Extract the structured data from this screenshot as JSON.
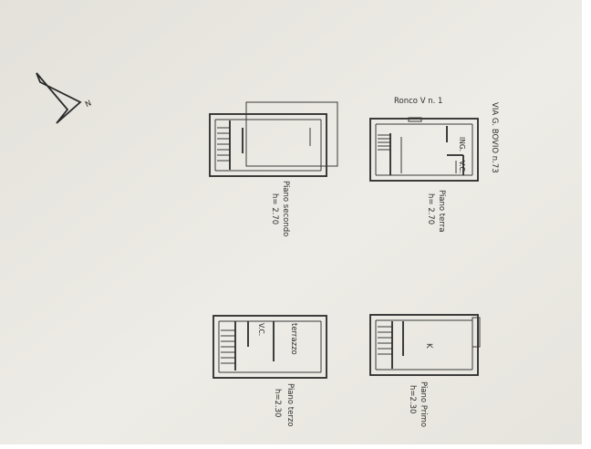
{
  "street_label": "VIA G. BOVIO n.73",
  "alley_label": "Ronco V n. 1",
  "north_label": "N",
  "floors": [
    {
      "id": "terra",
      "name": "Piano terra",
      "height": "h= 2.70",
      "rooms": [
        "ING.",
        "V.C."
      ]
    },
    {
      "id": "secondo",
      "name": "Piano secondo",
      "height": "h= 2.70",
      "rooms": []
    },
    {
      "id": "primo",
      "name": "Piano Primo",
      "height": "h=2.30",
      "rooms": [
        "K"
      ]
    },
    {
      "id": "terzo",
      "name": "Piano terzo",
      "height": "h=2.30",
      "rooms": [
        "terrazzo",
        "V.C."
      ]
    }
  ],
  "colors": {
    "paper": "#eceae3",
    "ink": "#2a2a2a",
    "background": "#ffffff"
  }
}
